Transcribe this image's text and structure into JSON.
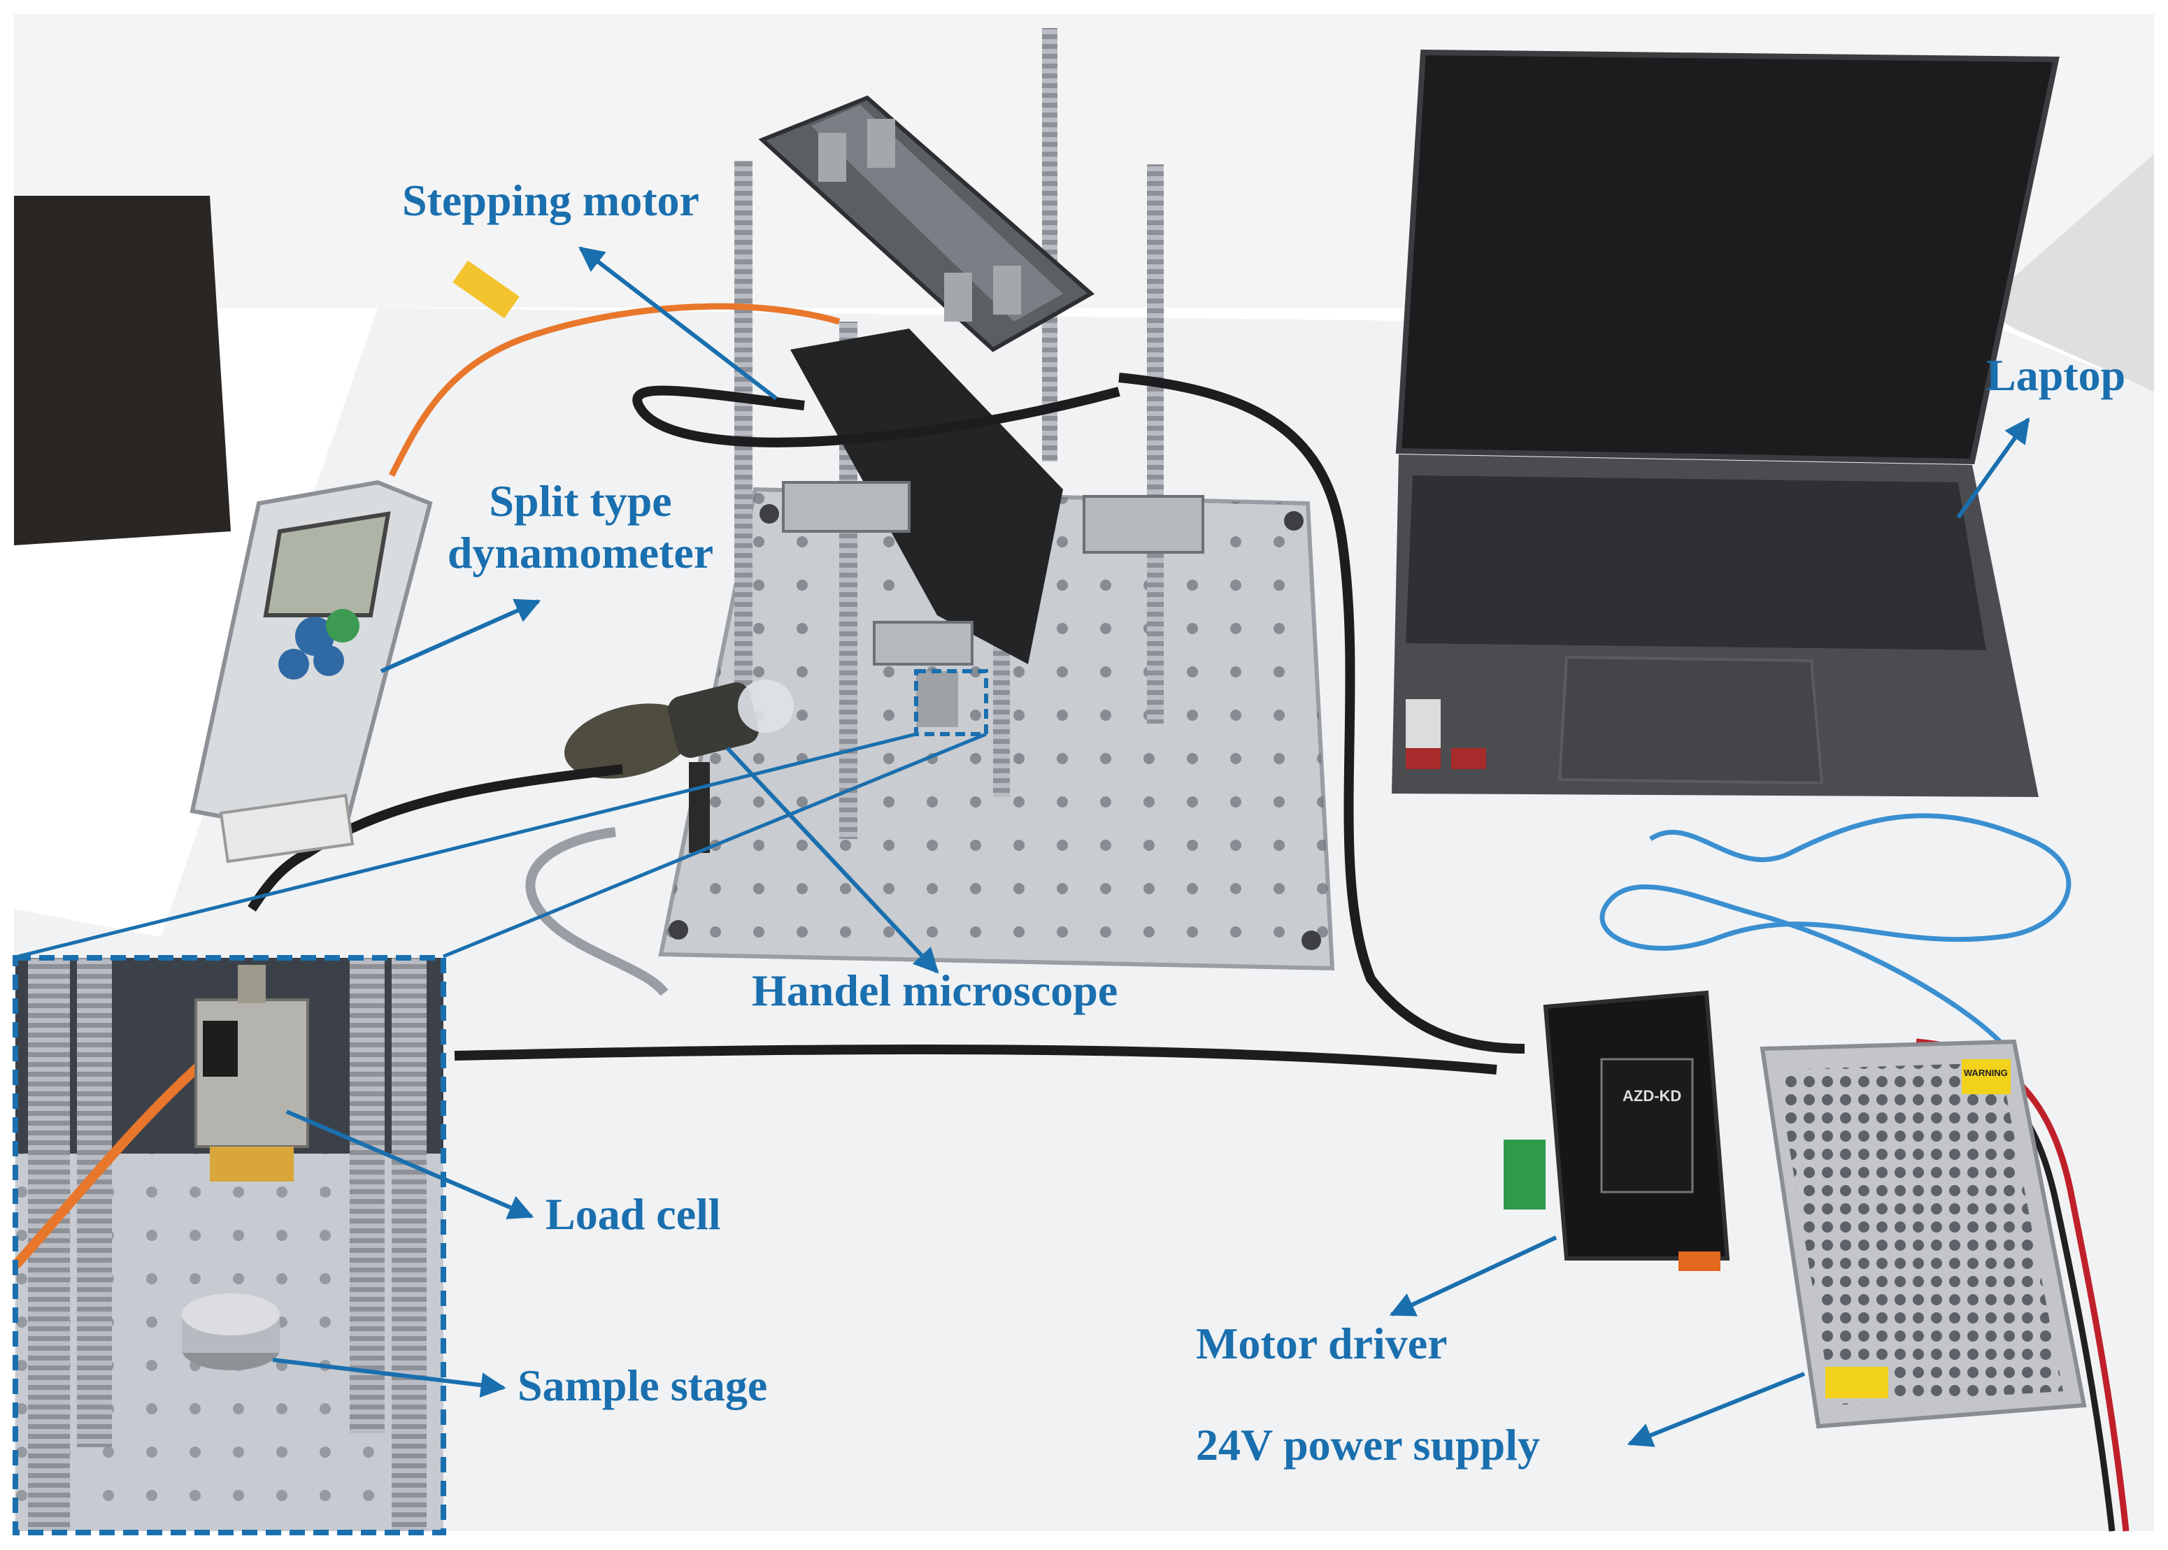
{
  "colors": {
    "label": "#1a6fae",
    "arrow": "#1a6fae",
    "background": "#ffffff",
    "table": "#f2f3f5",
    "plate": "#c9ccd1",
    "laptop": "#2b2c2f",
    "inset_border": "#1a6fae"
  },
  "labels": {
    "stepping_motor": "Stepping motor",
    "laptop": "Laptop",
    "split_type_line1": "Split type",
    "split_type_line2": "dynamometer",
    "handel_microscope": "Handel microscope",
    "load_cell": "Load cell",
    "sample_stage": "Sample stage",
    "motor_driver": "Motor driver",
    "power_supply": "24V power supply"
  },
  "device_text": {
    "driver_model": "AZD-KD",
    "power_sticker": "WARNING"
  }
}
